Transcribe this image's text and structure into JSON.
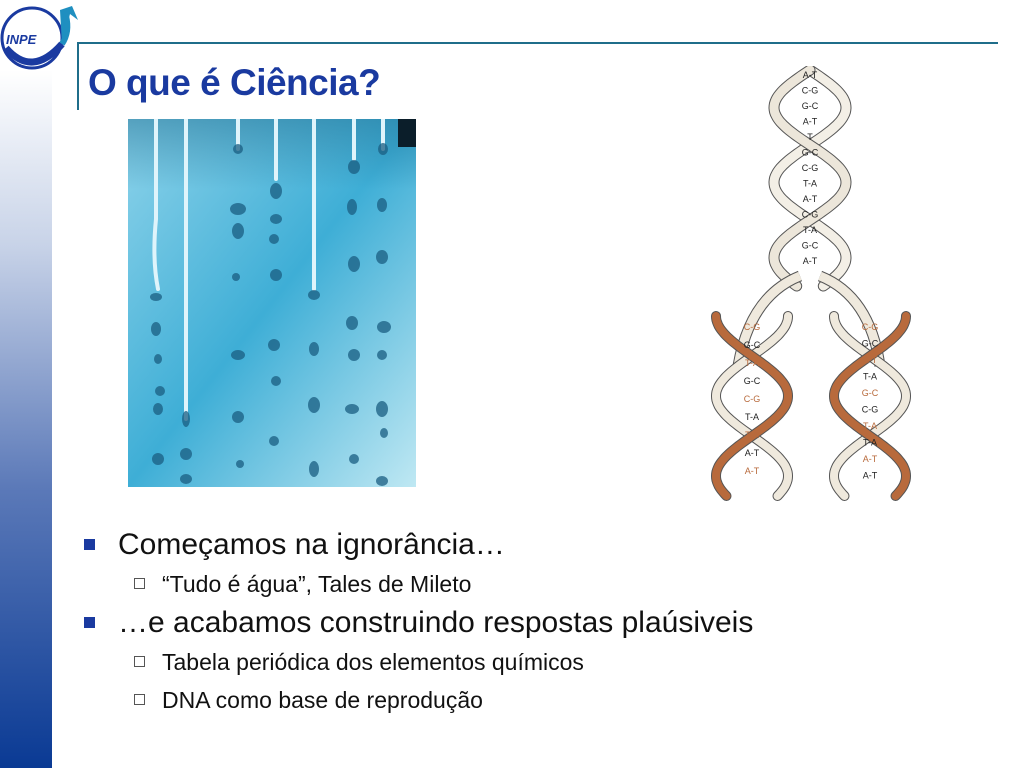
{
  "slide": {
    "title": "O que é Ciência?",
    "logo_text": "INPE"
  },
  "bullets": [
    {
      "text": "Começamos na ignorância…",
      "sub": [
        "“Tudo é água”, Tales de Mileto"
      ]
    },
    {
      "text": "…e acabamos construindo respostas plaúsiveis",
      "sub": [
        "Tabela periódica dos elementos químicos",
        "DNA como base de reprodução"
      ]
    }
  ],
  "dna": {
    "top_pairs": [
      "A-T",
      "C-G",
      "G-C",
      "A-T",
      "T",
      "G-C",
      "C-G",
      "T-A",
      "A-T",
      "C-G",
      "T-A",
      "G-C",
      "A-T"
    ],
    "left_pairs": [
      "C-G",
      "G-C",
      "T-A",
      "G-C",
      "C-G",
      "T-A",
      "T-A",
      "A-T",
      "A-T"
    ],
    "right_pairs": [
      "C-G",
      "G-C",
      "A-T",
      "T-A",
      "G-C",
      "C-G",
      "T-A",
      "T-A",
      "A-T",
      "A-T"
    ]
  },
  "colors": {
    "title": "#1a3aa0",
    "bullet_marker": "#1a3aa0",
    "sidebar_bottom": "#0a3a94",
    "rule_line": "#1f6d8a",
    "dna_new_strand": "#b86a3c"
  }
}
